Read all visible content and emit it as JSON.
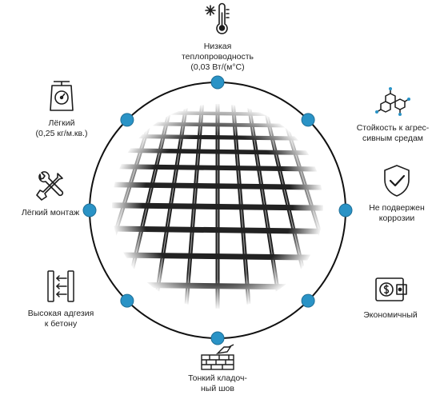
{
  "colors": {
    "ring": "#111111",
    "dot": "#2a93c6",
    "dot_stroke": "#1f6f97",
    "icon": "#1c1c1c",
    "icon_accent": "#2a93c6"
  },
  "features": {
    "thermal": {
      "label": "Низкая\nтеплопроводность\n(0,03 Вт/(м°С)",
      "icon": "thermometer-icon"
    },
    "chemical": {
      "label": "Стойкость к агрес-\nсивным средам",
      "icon": "molecule-icon"
    },
    "corrosion": {
      "label": "Не подвержен\nкоррозии",
      "icon": "shield-check-icon"
    },
    "economic": {
      "label": "Экономичный",
      "icon": "wallet-icon"
    },
    "thin_seam": {
      "label": "Тонкий кладоч-\nный шов",
      "icon": "trowel-bricks-icon"
    },
    "adhesion": {
      "label": "Высокая адгезия\nк бетону",
      "icon": "adhesion-arrows-icon"
    },
    "easy_install": {
      "label": "Лёгкий монтаж",
      "icon": "tools-icon"
    },
    "light": {
      "label": "Лёгкий\n(0,25 кг/м.кв.)",
      "icon": "scale-icon"
    }
  }
}
